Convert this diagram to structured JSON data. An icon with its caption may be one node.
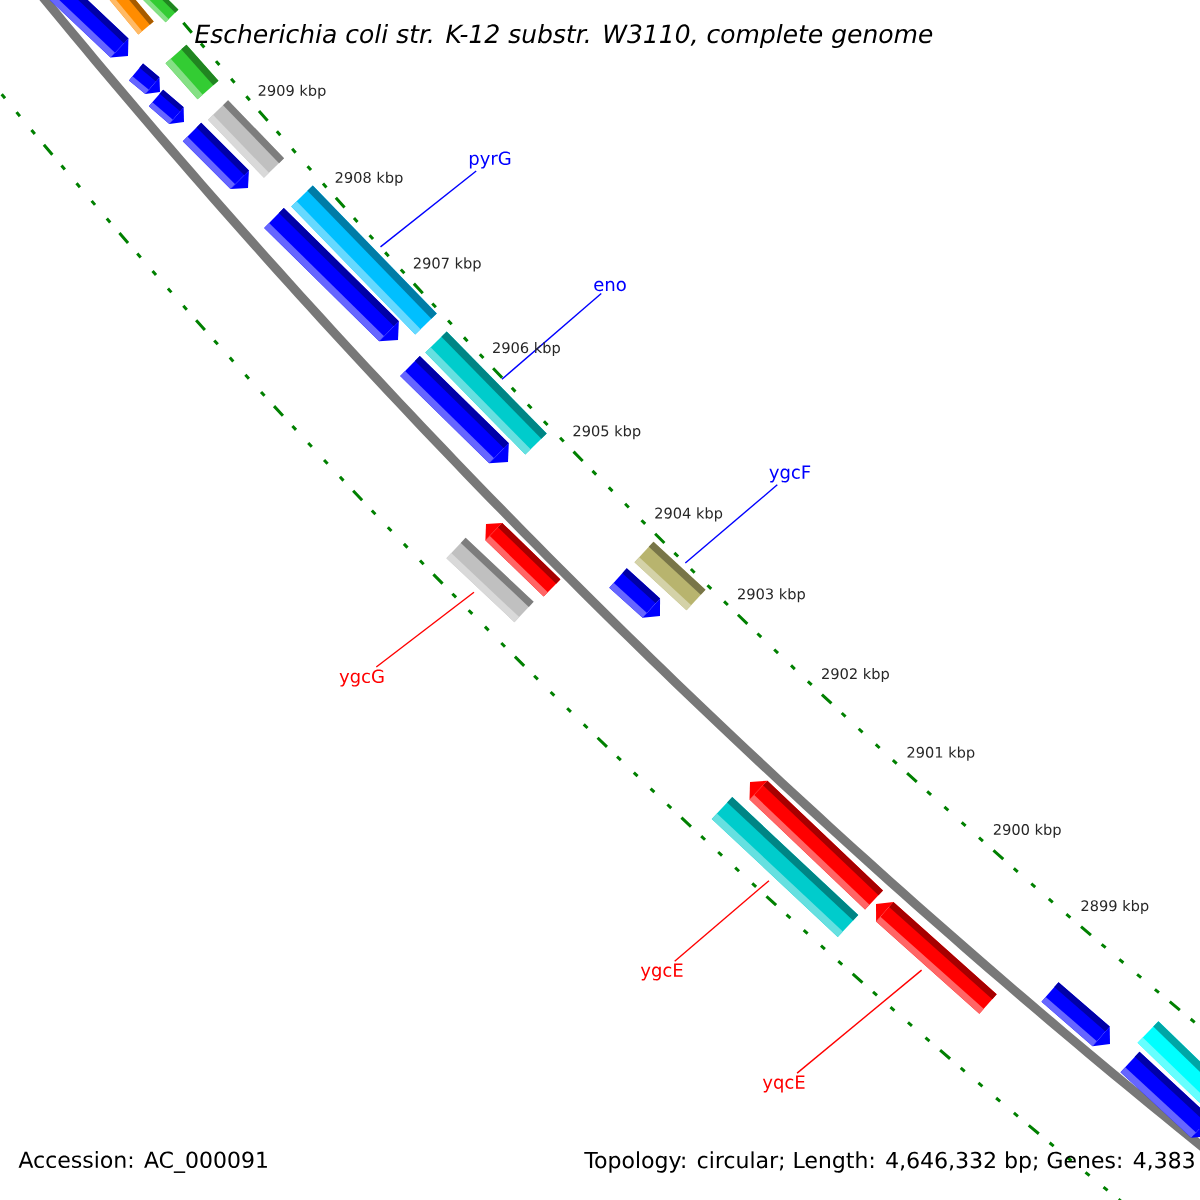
{
  "diagram": {
    "title": "Escherichia coli str. K-12 substr. W3110, complete genome",
    "nodes": [
      {
        "text": [
          "pyrG"
        ]
      },
      {
        "text": [
          "eno"
        ]
      },
      {
        "text": [
          "ygcF"
        ]
      },
      {
        "text": [
          "ygcG"
        ]
      },
      {
        "text": [
          "ygcE"
        ]
      },
      {
        "text": [
          "yqcE"
        ]
      },
      {
        "text": [],
        "shape": "bar"
      },
      {
        "text": [],
        "shape": "bar"
      },
      {
        "text": [],
        "shape": "pentagon"
      },
      {
        "text": [],
        "shape": "bar"
      },
      {
        "text": [],
        "shape": "pentagon"
      },
      {
        "text": [],
        "shape": "pentagon"
      },
      {
        "text": [],
        "shape": "bar"
      },
      {
        "text": [],
        "shape": "pentagon"
      },
      {
        "text": [],
        "shape": "bar"
      },
      {
        "text": [],
        "shape": "pentagon"
      },
      {
        "text": [],
        "shape": "bar"
      },
      {
        "text": [],
        "shape": "pentagon"
      },
      {
        "text": [],
        "shape": "pentagon"
      },
      {
        "text": [],
        "shape": "bar"
      },
      {
        "text": [],
        "shape": "bar"
      },
      {
        "text": [],
        "shape": "pentagon"
      },
      {
        "text": [],
        "shape": "pentagon"
      },
      {
        "text": [],
        "shape": "bar"
      },
      {
        "text": [],
        "shape": "pentagon"
      },
      {
        "text": [],
        "shape": "pentagon"
      },
      {
        "text": [],
        "shape": "bar"
      },
      {
        "text": [],
        "shape": "pentagon"
      }
    ],
    "edges": [
      {
        "from": 0,
        "to": 14,
        "arrow": "none"
      },
      {
        "from": 1,
        "to": 16,
        "arrow": "none"
      },
      {
        "from": 2,
        "to": 19,
        "arrow": "none"
      },
      {
        "from": 3,
        "to": 20,
        "arrow": "none",
        "color": "#ff0000"
      },
      {
        "from": 4,
        "to": 23,
        "arrow": "none",
        "color": "#ff0000"
      },
      {
        "from": 5,
        "to": 24,
        "arrow": "none",
        "color": "#ff0000"
      }
    ],
    "labels": [
      "2909 kbp",
      "2908 kbp",
      "2907 kbp",
      "2906 kbp",
      "2905 kbp",
      "2904 kbp",
      "2903 kbp",
      "2902 kbp",
      "2901 kbp",
      "2900 kbp",
      "2899 kbp",
      "Accession: AC_000091",
      "Topology: circular; Length: 4,646,332 bp; Genes: 4,383"
    ]
  }
}
